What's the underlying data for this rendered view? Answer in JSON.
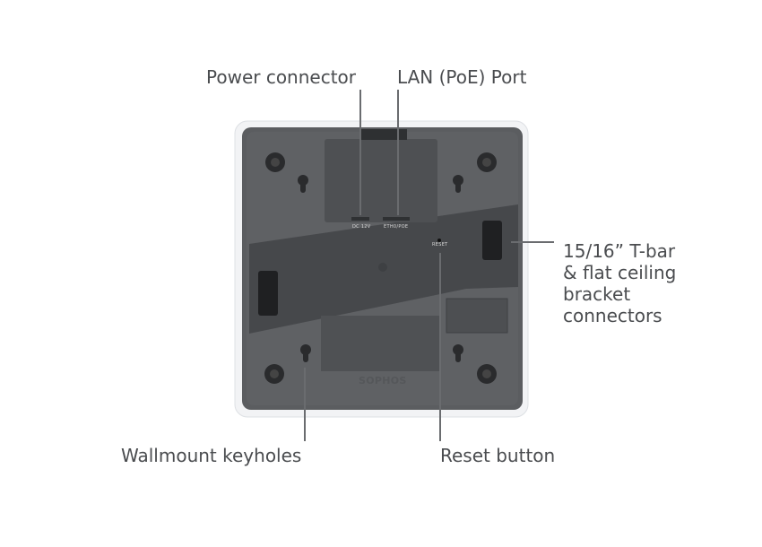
{
  "labels": {
    "power": "Power connector",
    "lan": "LAN (PoE) Port",
    "tbar": [
      "15/16” T-bar",
      "& flat ceiling",
      "bracket",
      "connectors"
    ],
    "wallmount": "Wallmount keyholes",
    "reset": "Reset button"
  },
  "device": {
    "port_dc": "DC 12V",
    "port_eth": "ETH0/POE",
    "reset_mark": "RESET",
    "brand": "SOPHOS"
  }
}
